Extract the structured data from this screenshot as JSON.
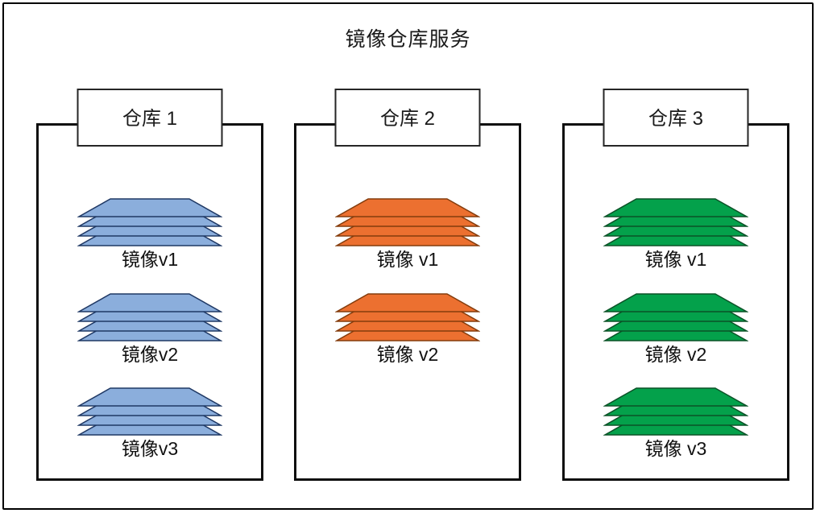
{
  "title": "镜像仓库服务",
  "diagram": {
    "layers_per_stack": 4,
    "repos": [
      {
        "label": "仓库 1",
        "fill": "#8BAEDC",
        "stroke": "#1F3864",
        "images": [
          {
            "label": "镜像v1"
          },
          {
            "label": "镜像v2"
          },
          {
            "label": "镜像v3"
          }
        ]
      },
      {
        "label": "仓库 2",
        "fill": "#EC7030",
        "stroke": "#843C0C",
        "images": [
          {
            "label": "镜像 v1"
          },
          {
            "label": "镜像 v2"
          }
        ]
      },
      {
        "label": "仓库 3",
        "fill": "#04A14B",
        "stroke": "#0B5227",
        "images": [
          {
            "label": "镜像 v1"
          },
          {
            "label": "镜像 v2"
          },
          {
            "label": "镜像 v3"
          }
        ]
      }
    ]
  }
}
